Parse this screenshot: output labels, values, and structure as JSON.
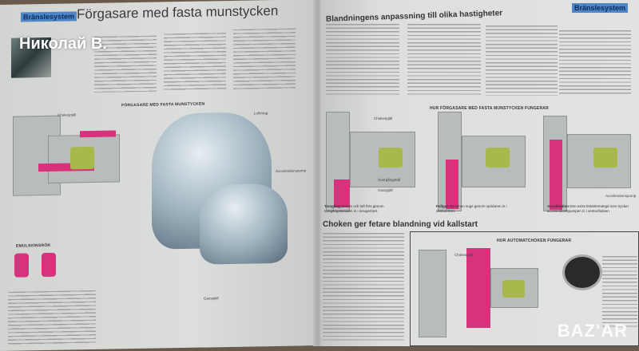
{
  "watermark": "Николай В.",
  "site_logo": "BAZ'AR",
  "left_page": {
    "section_tag": "Bränslesystem",
    "title": "Förgasare med fasta munstycken",
    "diagram_caption": "FÖRGASARE MED FASTA MUNSTYCKEN",
    "emulsion_caption": "EMULSIONSRÖR",
    "labels": [
      "Chokespjäll",
      "Luftintag",
      "Accelerationspump",
      "Gasspjäll"
    ]
  },
  "right_page": {
    "section_tag": "Bränslesystem",
    "heading1": "Blandningens anpassning till olika hastigheter",
    "diagram_caption": "HUR FÖRGASARE MED FASTA MUNSTYCKEN FUNGERAR",
    "labels": [
      "Chokespjäll",
      "Övergångshål",
      "Gasspjäll",
      "Accelerationspump"
    ],
    "panels": [
      {
        "name": "Tomgång",
        "text": "Bensin och luft förs genom tomgångskanalen in i insugsröret."
      },
      {
        "name": "Fullgas",
        "text": "Bensinen sugs genom spridaren in i venturiröret."
      },
      {
        "name": "Acceleration",
        "text": "Den extra bränslemängd som trycker accelerationspumpen in i venturihalsen."
      }
    ],
    "heading2": "Choken ger fetare blandning vid kallstart",
    "auto_choke_caption": "HUR AUTOMATCHOKEN FUNGERAR",
    "auto_choke_label": "Chokespjäll"
  }
}
